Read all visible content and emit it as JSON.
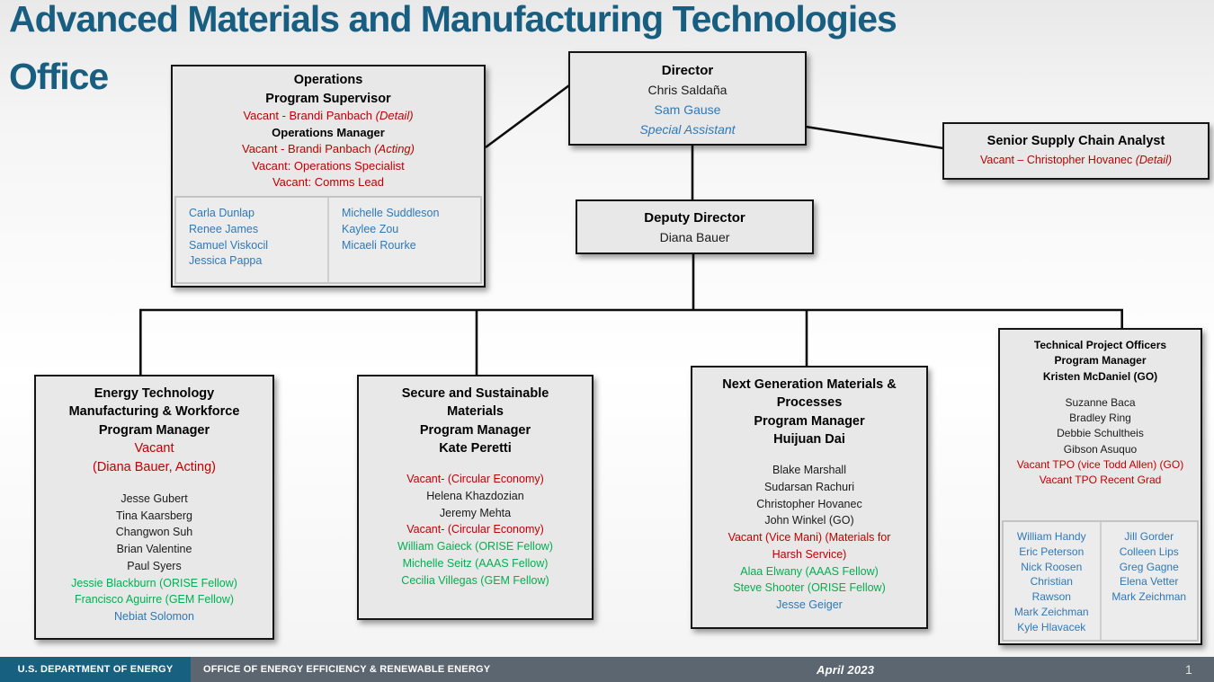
{
  "colors": {
    "title_teal": "#185E81",
    "accent_red": "#C00000",
    "accent_green": "#00B050",
    "accent_blue": "#2E78B8",
    "footer_teal": "#17607F",
    "footer_gray": "#5C6670"
  },
  "header": {
    "line1": "Advanced Materials and Manufacturing Technologies",
    "line2": "Office"
  },
  "boxes": {
    "operations": {
      "lines": [
        {
          "t": "Operations",
          "h": 1
        },
        {
          "t": "Program Supervisor",
          "h": 1
        },
        {
          "t": "Vacant -  Brandi Panbach ",
          "c": "red",
          "it": "(Detail)"
        },
        {
          "t": "Operations Manager",
          "b": 1
        },
        {
          "t": "Vacant - Brandi Panbach ",
          "c": "red",
          "it": "(Acting)"
        },
        {
          "t": "Vacant: Operations Specialist",
          "c": "red"
        },
        {
          "t": "Vacant: Comms Lead",
          "c": "red"
        }
      ],
      "roster_col1": [
        "Carla Dunlap",
        "Renee James",
        "Samuel Viskocil",
        "Jessica Pappa"
      ],
      "roster_col2": [
        "Michelle Suddleson",
        "Kaylee Zou",
        "Micaeli Rourke"
      ]
    },
    "director": {
      "lines": [
        {
          "t": "Director",
          "h": 1
        },
        {
          "t": "Chris Saldaña"
        },
        {
          "t": "Sam Gause",
          "c": "blue"
        },
        {
          "t": "Special Assistant",
          "c": "blue",
          "i": 1
        }
      ]
    },
    "senior_supply": {
      "lines": [
        {
          "t": "Senior Supply Chain Analyst",
          "h": 1
        },
        {
          "t": "Vacant – Christopher Hovanec ",
          "c": "red",
          "it": "(Detail)"
        }
      ]
    },
    "deputy": {
      "lines": [
        {
          "t": "Deputy Director",
          "h": 1
        },
        {
          "t": "Diana Bauer"
        }
      ]
    },
    "energy_tech": {
      "lines": [
        {
          "t": "Energy Technology",
          "h": 1
        },
        {
          "t": "Manufacturing & Workforce",
          "h": 1
        },
        {
          "t": "Program Manager",
          "h": 1
        },
        {
          "t": "Vacant",
          "c": "red",
          "lg": 1
        },
        {
          "t": "(Diana Bauer, Acting)",
          "c": "red",
          "lg": 1
        },
        {
          "t": ""
        },
        {
          "t": "Jesse Gubert"
        },
        {
          "t": "Tina Kaarsberg"
        },
        {
          "t": "Changwon Suh"
        },
        {
          "t": "Brian Valentine"
        },
        {
          "t": "Paul Syers"
        },
        {
          "t": "Jessie Blackburn (ORISE Fellow)",
          "c": "green"
        },
        {
          "t": "Francisco Aguirre (GEM Fellow)",
          "c": "green"
        },
        {
          "t": "Nebiat Solomon",
          "c": "blue"
        }
      ]
    },
    "secure_materials": {
      "lines": [
        {
          "t": "Secure and Sustainable",
          "h": 1
        },
        {
          "t": "Materials",
          "h": 1
        },
        {
          "t": "Program Manager",
          "h": 1
        },
        {
          "t": "Kate Peretti",
          "h": 1
        },
        {
          "t": ""
        },
        {
          "t": "Vacant- (Circular Economy)",
          "c": "red"
        },
        {
          "t": "Helena Khazdozian"
        },
        {
          "t": "Jeremy Mehta"
        },
        {
          "t": "Vacant- (Circular Economy)",
          "c": "red"
        },
        {
          "t": "William Gaieck (ORISE Fellow)",
          "c": "green"
        },
        {
          "t": "Michelle Seitz (AAAS Fellow)",
          "c": "green"
        },
        {
          "t": "Cecilia Villegas (GEM Fellow)",
          "c": "green"
        }
      ]
    },
    "next_gen": {
      "lines": [
        {
          "t": "Next Generation Materials &",
          "h": 1
        },
        {
          "t": "Processes",
          "h": 1
        },
        {
          "t": "Program Manager",
          "h": 1
        },
        {
          "t": "Huijuan Dai",
          "h": 1
        },
        {
          "t": ""
        },
        {
          "t": "Blake Marshall"
        },
        {
          "t": "Sudarsan Rachuri"
        },
        {
          "t": "Christopher Hovanec"
        },
        {
          "t": "John Winkel (GO)"
        },
        {
          "t": "Vacant (Vice Mani) (Materials for",
          "c": "red"
        },
        {
          "t": "Harsh Service)",
          "c": "red"
        },
        {
          "t": "Alaa Elwany (AAAS Fellow)",
          "c": "green"
        },
        {
          "t": "Steve Shooter (ORISE Fellow)",
          "c": "green"
        },
        {
          "t": "Jesse Geiger",
          "c": "blue"
        }
      ]
    },
    "tpo": {
      "lines": [
        {
          "t": "Technical Project Officers",
          "h": 1
        },
        {
          "t": "Program Manager",
          "h": 1
        },
        {
          "t": "Kristen McDaniel (GO)",
          "h": 1
        },
        {
          "t": ""
        },
        {
          "t": "Suzanne Baca"
        },
        {
          "t": "Bradley Ring"
        },
        {
          "t": "Debbie Schultheis"
        },
        {
          "t": "Gibson Asuquo"
        },
        {
          "t": "Vacant TPO (vice Todd Allen) (GO)",
          "c": "red"
        },
        {
          "t": "Vacant TPO Recent Grad",
          "c": "red"
        }
      ],
      "roster_col1": [
        "William Handy",
        "Eric Peterson",
        "Nick Roosen",
        "Christian",
        "Rawson",
        "Mark Zeichman",
        "Kyle Hlavacek"
      ],
      "roster_col2": [
        "Jill Gorder",
        "Colleen Lips",
        "Greg Gagne",
        "Elena Vetter",
        "Mark Zeichman"
      ]
    }
  },
  "footer": {
    "agency": "U.S. DEPARTMENT OF ENERGY",
    "office": "OFFICE OF ENERGY EFFICIENCY & RENEWABLE ENERGY",
    "date": "April 2023",
    "page": "1"
  }
}
